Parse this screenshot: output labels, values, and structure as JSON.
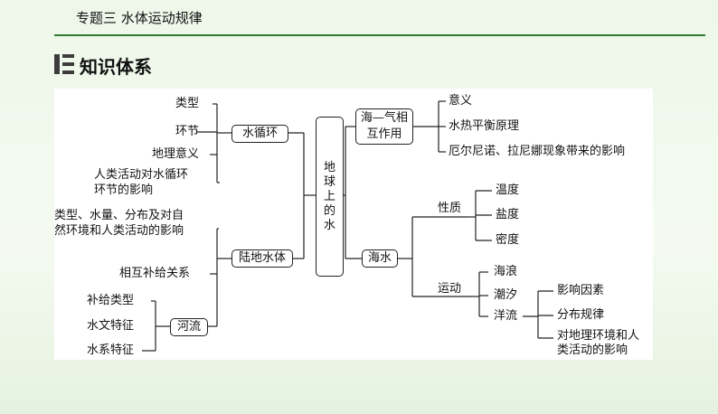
{
  "header": {
    "title": "专题三  水体运动规律"
  },
  "section": {
    "title": "知识体系"
  },
  "root": {
    "chars": [
      "地",
      "球",
      "上",
      "的",
      "水"
    ]
  },
  "water_cycle": {
    "label": "水循环",
    "children": [
      "类型",
      "环节",
      "地理意义",
      "人类活动对水循环",
      "环节的影响"
    ]
  },
  "land_water": {
    "label": "陆地水体",
    "children": [
      "类型、水量、分布及对自",
      "然环境和人类活动的影响",
      "相互补给关系"
    ]
  },
  "river": {
    "label": "河流",
    "children": [
      "补给类型",
      "水文特征",
      "水系特征"
    ]
  },
  "sea_air": {
    "label_line1": "海—气相",
    "label_line2": "互作用",
    "children": [
      "意义",
      "水热平衡原理",
      "厄尔尼诺、拉尼娜现象带来的影响"
    ]
  },
  "seawater": {
    "label": "海水",
    "properties": {
      "label": "性质",
      "children": [
        "温度",
        "盐度",
        "密度"
      ]
    },
    "motion": {
      "label": "运动",
      "children": [
        "海浪",
        "潮汐",
        "洋流"
      ]
    },
    "current": {
      "children": [
        "影响因素",
        "分布规律",
        "对地理环境和人",
        "类活动的影响"
      ]
    }
  }
}
